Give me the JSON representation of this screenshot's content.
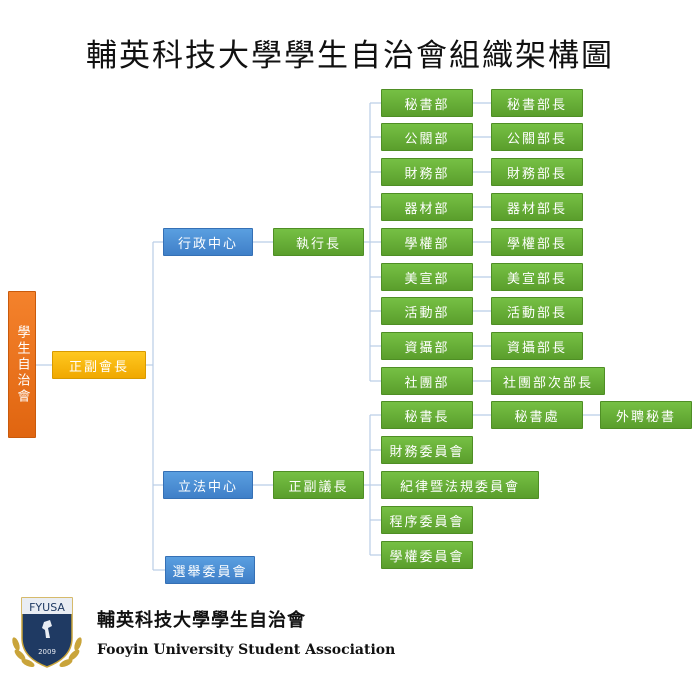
{
  "title": "輔英科技大學學生自治會組織架構圖",
  "root": "學生自治會",
  "president": "正副會長",
  "executive_center": "行政中心",
  "legislative_center": "立法中心",
  "election_committee": "選舉委員會",
  "executive_head": "執行長",
  "departments": [
    {
      "dept": "秘書部",
      "head": "秘書部長"
    },
    {
      "dept": "公關部",
      "head": "公關部長"
    },
    {
      "dept": "財務部",
      "head": "財務部長"
    },
    {
      "dept": "器材部",
      "head": "器材部長"
    },
    {
      "dept": "學權部",
      "head": "學權部長"
    },
    {
      "dept": "美宣部",
      "head": "美宣部長"
    },
    {
      "dept": "活動部",
      "head": "活動部長"
    },
    {
      "dept": "資攝部",
      "head": "資攝部長"
    },
    {
      "dept": "社團部",
      "head": "社團部次部長"
    }
  ],
  "speaker": "正副議長",
  "legislative_units": {
    "secretary_general": "秘書長",
    "secretariat": "秘書處",
    "external_secretary": "外聘秘書",
    "finance_committee": "財務委員會",
    "discipline_committee": "紀律暨法規委員會",
    "procedure_committee": "程序委員會",
    "student_rights_committee": "學權委員會"
  },
  "logo": {
    "abbr": "FYUSA",
    "year": "2009",
    "name_zh": "輔英科技大學學生自治會",
    "name_en": "Fooyin University Student Association"
  },
  "colors": {
    "green": "#6ab33a",
    "blue": "#4a8fd6",
    "yellow": "#f8b80a",
    "orange": "#eb7320",
    "line": "#b9cde6"
  }
}
